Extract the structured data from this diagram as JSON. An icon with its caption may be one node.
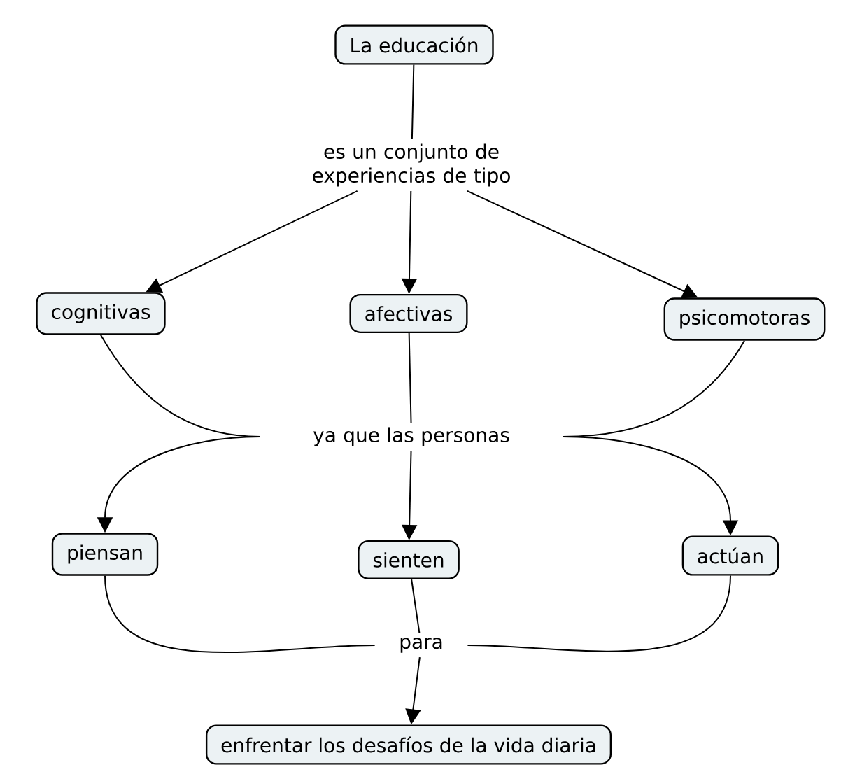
{
  "diagram": {
    "nodes": [
      {
        "text": [
          "La educación"
        ]
      },
      {
        "text": [
          "es un conjunto de experiencias de tipo"
        ]
      },
      {
        "text": [
          "cognitivas"
        ]
      },
      {
        "text": [
          "afectivas"
        ]
      },
      {
        "text": [
          "psicomotoras"
        ]
      },
      {
        "text": [
          "ya que las personas"
        ]
      },
      {
        "text": [
          "piensan"
        ]
      },
      {
        "text": [
          "sienten"
        ]
      },
      {
        "text": [
          "actúan"
        ]
      },
      {
        "text": [
          "para"
        ]
      },
      {
        "text": [
          "enfrentar los desafíos de la vida diaria"
        ]
      }
    ],
    "edges": [
      {
        "from": 0,
        "to": 1,
        "arrow": "none"
      },
      {
        "from": 1,
        "to": 2,
        "arrow": "to"
      },
      {
        "from": 1,
        "to": 3,
        "arrow": "to"
      },
      {
        "from": 1,
        "to": 4,
        "arrow": "to"
      },
      {
        "from": 2,
        "to": 5,
        "arrow": "none"
      },
      {
        "from": 3,
        "to": 5,
        "arrow": "none"
      },
      {
        "from": 4,
        "to": 5,
        "arrow": "none"
      },
      {
        "from": 5,
        "to": 6,
        "arrow": "to"
      },
      {
        "from": 5,
        "to": 7,
        "arrow": "to"
      },
      {
        "from": 5,
        "to": 8,
        "arrow": "to"
      },
      {
        "from": 6,
        "to": 9,
        "arrow": "none"
      },
      {
        "from": 7,
        "to": 9,
        "arrow": "none"
      },
      {
        "from": 8,
        "to": 9,
        "arrow": "none"
      },
      {
        "from": 9,
        "to": 10,
        "arrow": "to"
      }
    ]
  }
}
